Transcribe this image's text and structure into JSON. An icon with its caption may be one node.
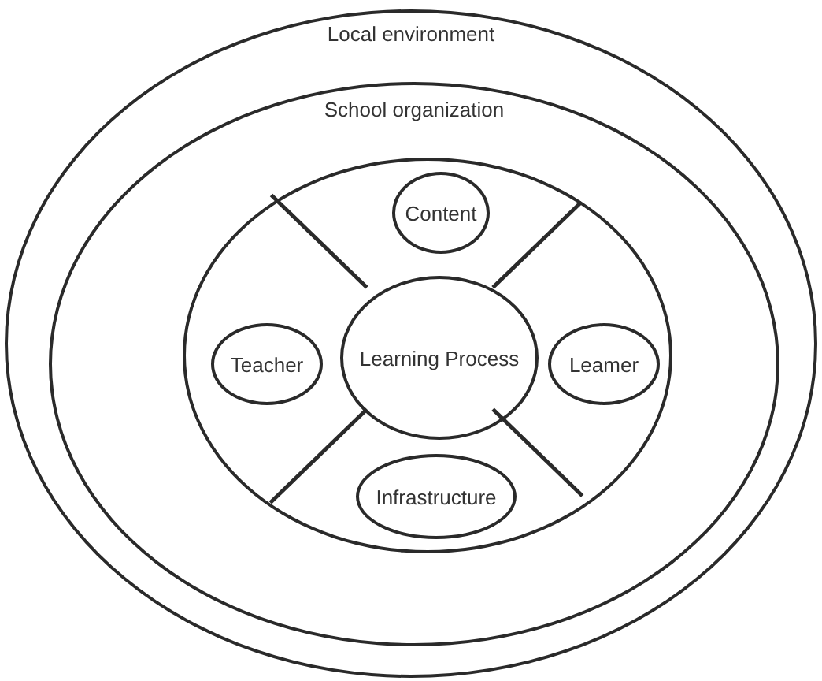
{
  "diagram": {
    "nodes": [
      {
        "text": [
          "Local environment"
        ]
      },
      {
        "text": [
          "School organization"
        ],
        "in": 0
      },
      {
        "text": [],
        "shape": "circle",
        "in": 1
      },
      {
        "text": [
          "Content"
        ],
        "in": 2
      },
      {
        "text": [
          "Teacher"
        ],
        "in": 2
      },
      {
        "text": [
          "Learning Process"
        ],
        "in": 2
      },
      {
        "text": [
          "Leamer"
        ],
        "in": 2
      },
      {
        "text": [
          "Infrastructure"
        ],
        "in": 2
      }
    ],
    "edges": [
      {
        "from": 5,
        "to": 2,
        "arrow": "none"
      },
      {
        "from": 5,
        "to": 2,
        "arrow": "none"
      },
      {
        "from": 5,
        "to": 2,
        "arrow": "none"
      },
      {
        "from": 5,
        "to": 2,
        "arrow": "none"
      }
    ]
  }
}
